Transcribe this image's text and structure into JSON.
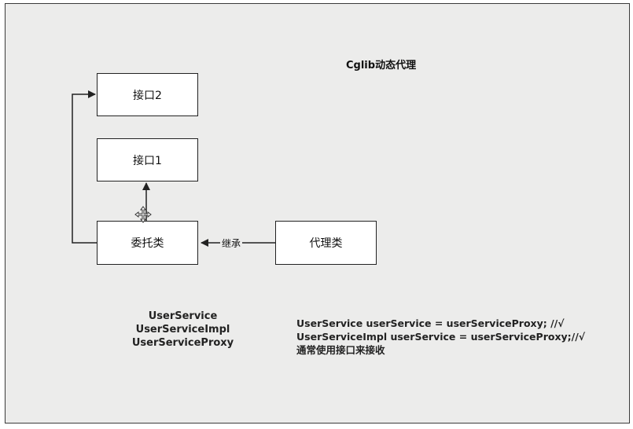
{
  "title": "Cglib动态代理",
  "boxes": {
    "interface2": "接口2",
    "interface1": "接口1",
    "delegate": "委托类",
    "proxy": "代理类"
  },
  "edge_label": "继承",
  "class_list": [
    "UserService",
    "UserServiceImpl",
    "UserServiceProxy"
  ],
  "code_lines": [
    "UserService userService = userServiceProxy; //√",
    "UserServiceImpl userService = userServiceProxy;//√",
    "通常使用接口来接收"
  ],
  "icons": [
    "move-cursor-icon"
  ]
}
